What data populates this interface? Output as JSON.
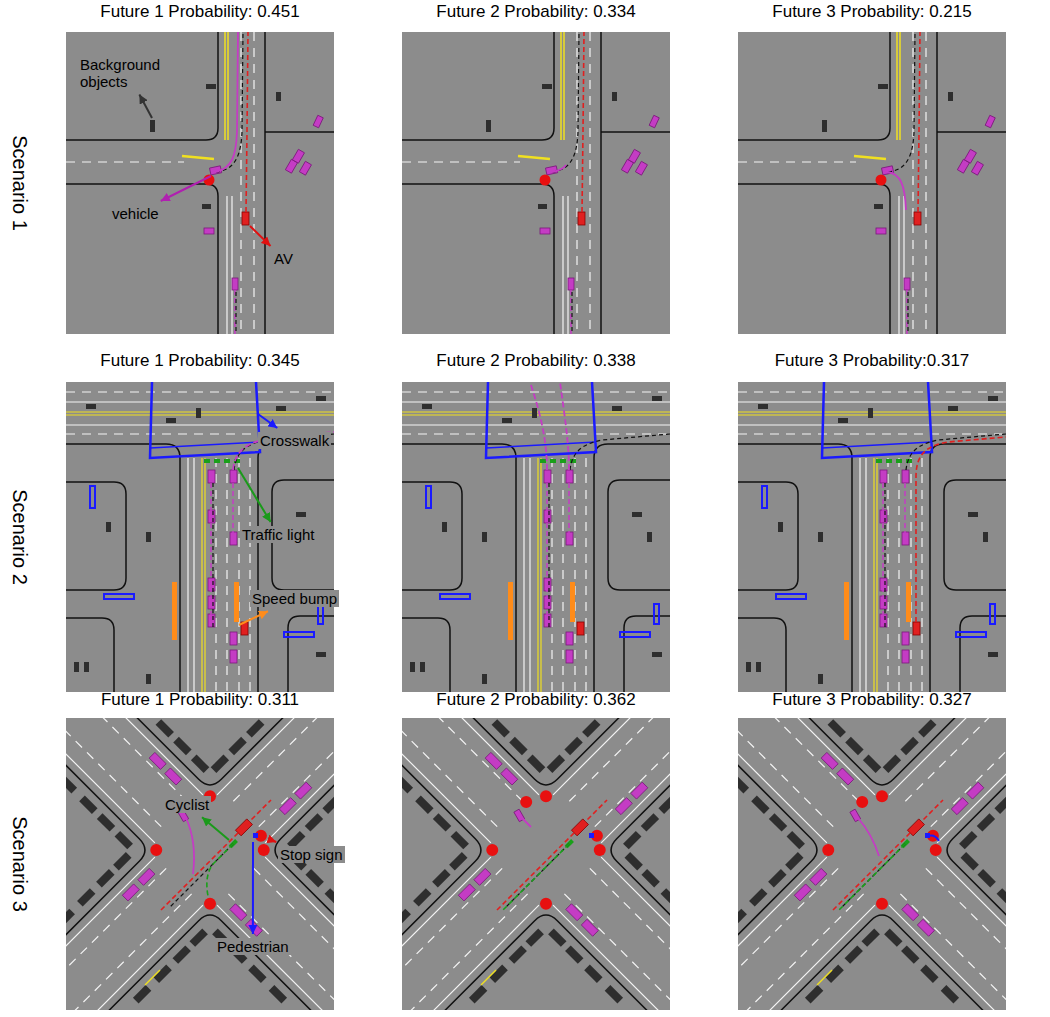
{
  "diagram": {
    "labels": [
      "Future 1 Probability: 0.451",
      "Future 2 Probability: 0.334",
      "Future 3 Probability: 0.215",
      "Scenario 1",
      "Background objects",
      "vehicle",
      "AV",
      "Future 1 Probability: 0.345",
      "Future 2 Probability: 0.338",
      "Future 3 Probability:0.317",
      "Scenario 2",
      "Crosswalk",
      "Traffic light",
      "Speed bump",
      "Future 1 Probability: 0.311",
      "Future 2 Probability: 0.362",
      "Future 3 Probability: 0.327",
      "Scenario 3",
      "Cyclist",
      "Stop sign",
      "Pedestrian"
    ]
  }
}
